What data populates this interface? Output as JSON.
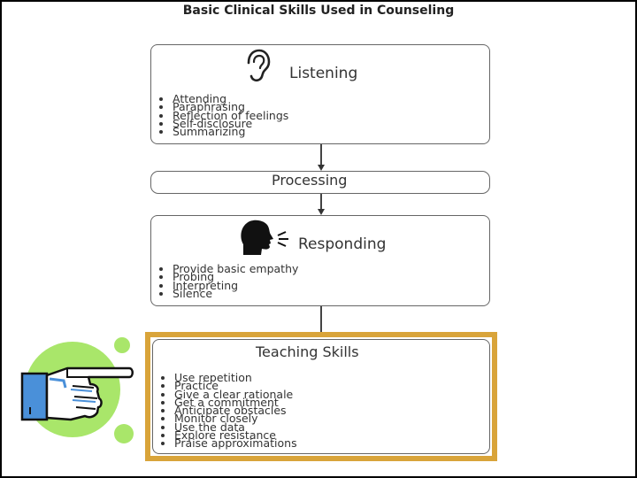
{
  "title": "Basic Clinical Skills Used in Counseling",
  "listening": {
    "heading": "Listening",
    "icon": "ear-icon",
    "items": [
      "Attending",
      "Paraphrasing",
      "Reflection of feelings",
      "Self-disclosure",
      "Summarizing"
    ]
  },
  "processing": {
    "heading": "Processing"
  },
  "responding": {
    "heading": "Responding",
    "icon": "speaking-head-icon",
    "items": [
      "Provide basic empathy",
      "Probing",
      "Interpreting",
      "Silence"
    ]
  },
  "teaching": {
    "heading": "Teaching Skills",
    "items": [
      "Use repetition",
      "Practice",
      "Give a clear rationale",
      "Get a commitment",
      "Anticipate obstacles",
      "Monitor closely",
      "Use the data",
      "Explore resistance",
      "Praise approximations"
    ]
  },
  "pointer": {
    "icon": "pointing-hand-icon"
  },
  "colors": {
    "highlight_border": "#d9a43a",
    "pointer_green": "#a9e66a",
    "pointer_blue": "#4a90d9"
  }
}
